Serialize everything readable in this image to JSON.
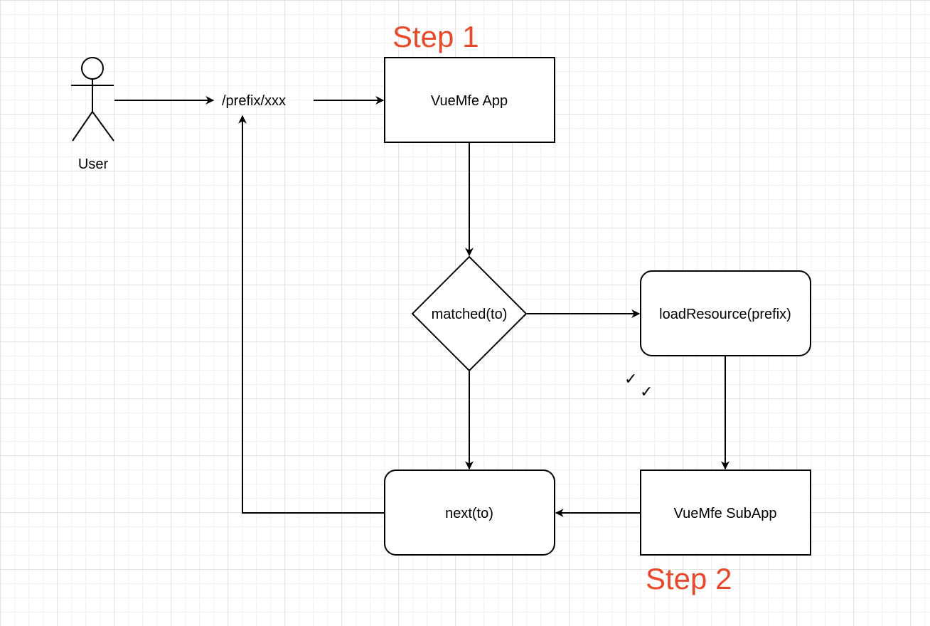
{
  "steps": {
    "step1": "Step 1",
    "step2": "Step 2"
  },
  "actor": {
    "label": "User"
  },
  "route": {
    "label": "/prefix/xxx"
  },
  "nodes": {
    "vuemfe_app": "VueMfe App",
    "matched": "matched(to)",
    "load_resource": "loadResource(prefix)",
    "next": "next(to)",
    "subapp": "VueMfe SubApp"
  },
  "marks": {
    "checkmark": "✓"
  },
  "colors": {
    "step_text": "#e8492a",
    "stroke": "#000000",
    "grid": "#e2e2e2"
  }
}
